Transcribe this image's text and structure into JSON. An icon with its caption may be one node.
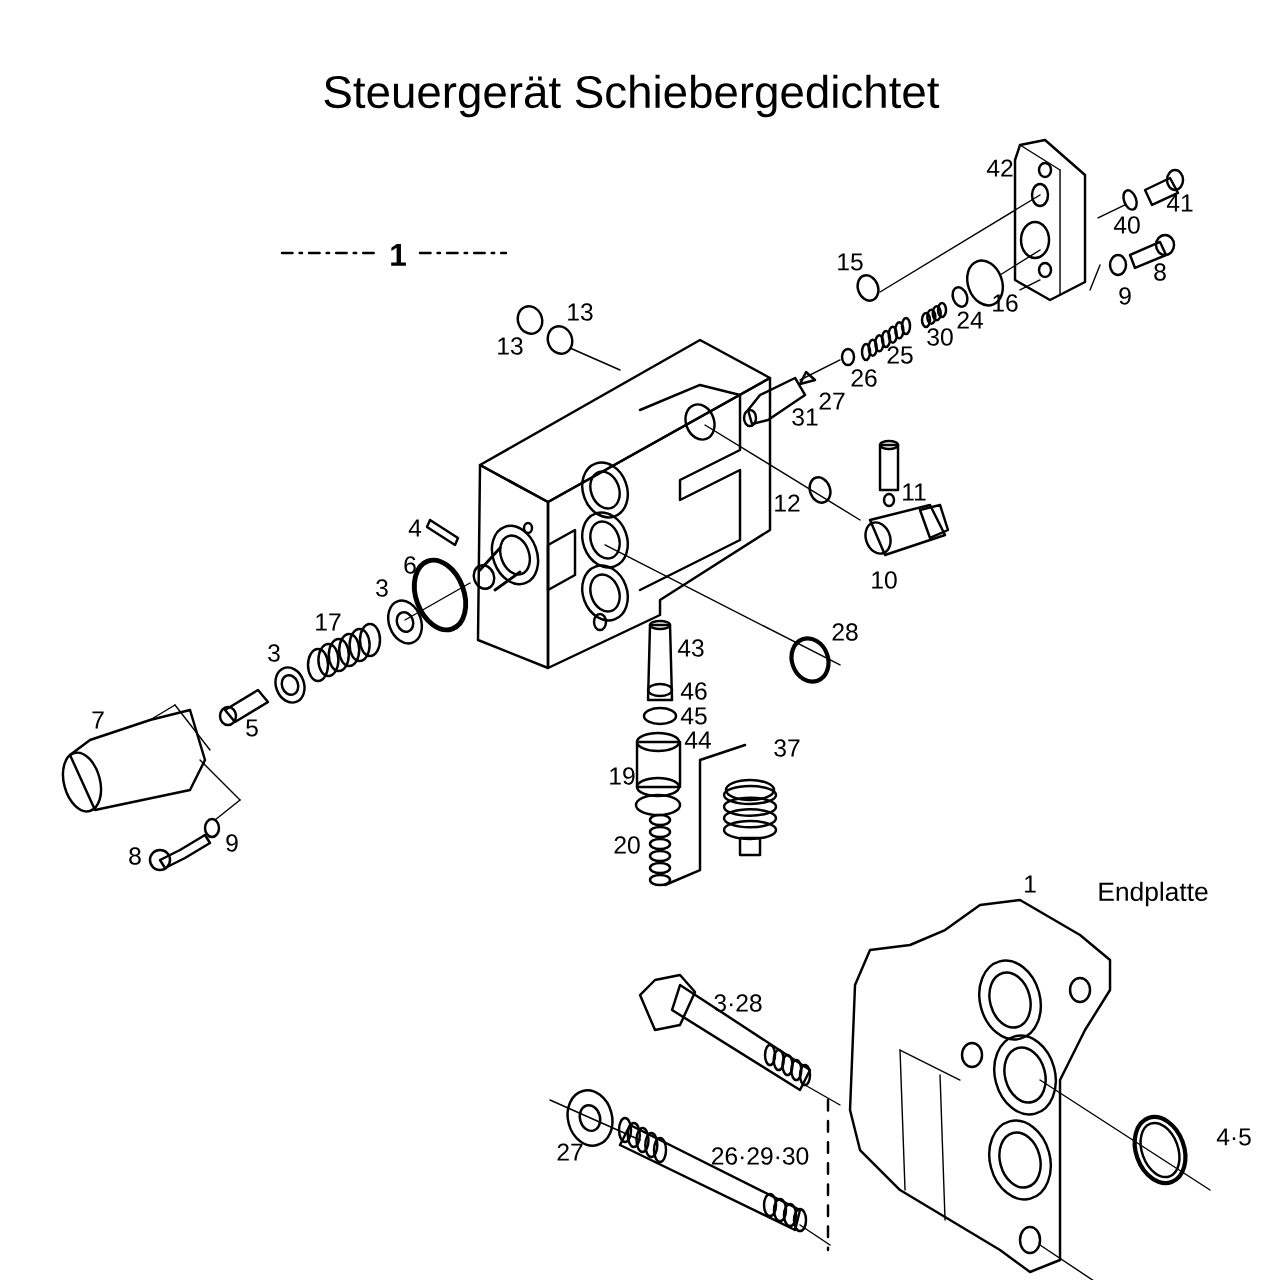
{
  "diagram": {
    "title": "Steuergerät Schiebergedichtet",
    "labels": [
      "42",
      "41",
      "40",
      "1",
      "15",
      "8",
      "16",
      "9",
      "24",
      "13",
      "13",
      "30",
      "25",
      "26",
      "27",
      "31",
      "11",
      "12",
      "4",
      "6",
      "3",
      "10",
      "17",
      "28",
      "3",
      "43",
      "46",
      "45",
      "5",
      "7",
      "44",
      "37",
      "19",
      "9",
      "8",
      "20",
      "Endplatte",
      "1",
      "3·28",
      "4·5",
      "27",
      "26·29·30"
    ]
  }
}
